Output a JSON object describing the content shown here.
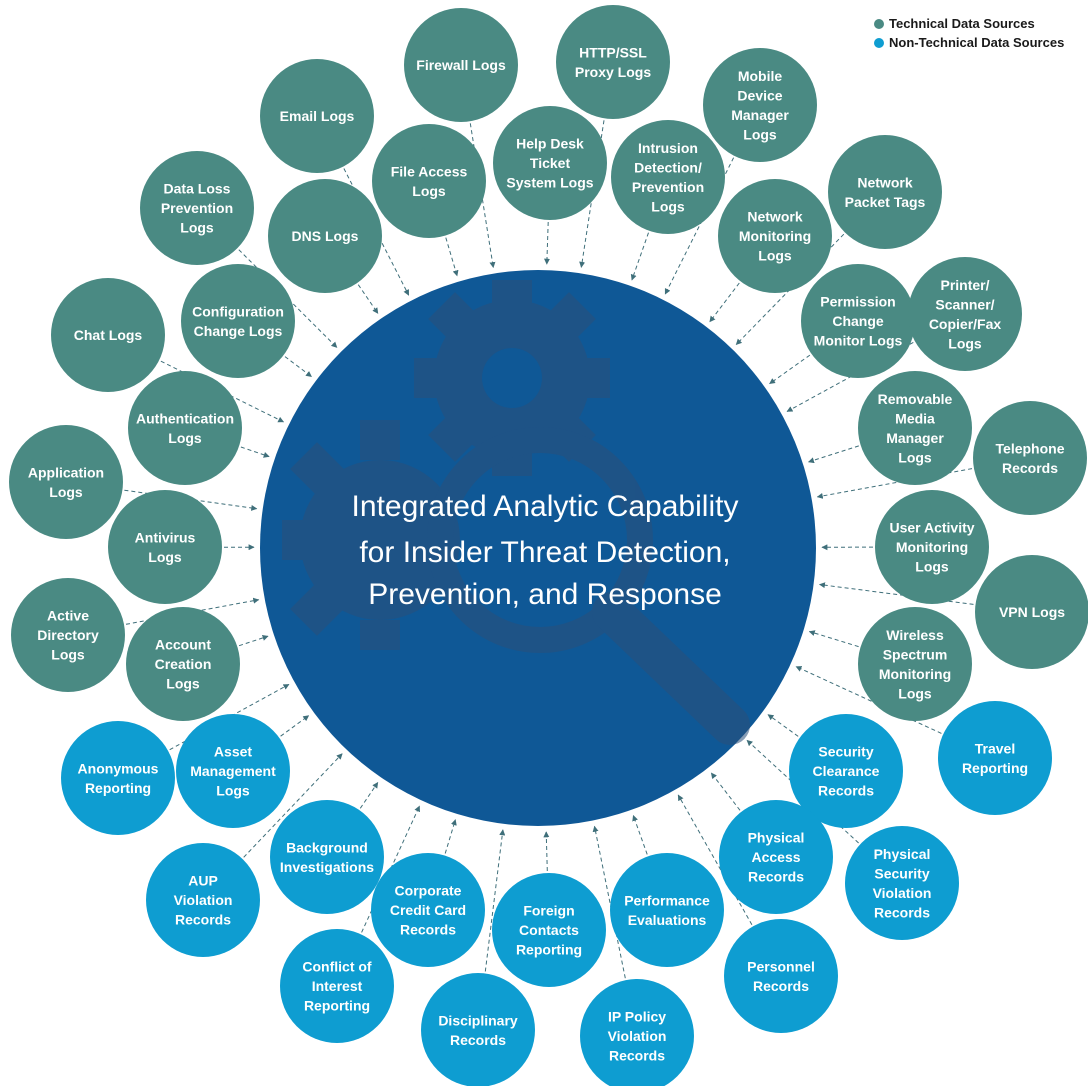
{
  "legend": {
    "technical": {
      "label": "Technical Data Sources",
      "color": "#4a8a83"
    },
    "non_technical": {
      "label": "Non-Technical Data Sources",
      "color": "#0e9dd1"
    }
  },
  "center": {
    "lines": [
      "Integrated Analytic Capability",
      "for Insider Threat Detection,",
      "Prevention, and Response"
    ],
    "color": "#0f5896"
  },
  "sources": [
    {
      "lines": [
        "Firewall Logs"
      ],
      "category": "technical"
    },
    {
      "lines": [
        "HTTP/SSL",
        "Proxy Logs"
      ],
      "category": "technical"
    },
    {
      "lines": [
        "Mobile",
        "Device",
        "Manager",
        "Logs"
      ],
      "category": "technical"
    },
    {
      "lines": [
        "Email Logs"
      ],
      "category": "technical"
    },
    {
      "lines": [
        "Help Desk",
        "Ticket",
        "System Logs"
      ],
      "category": "technical"
    },
    {
      "lines": [
        "File Access",
        "Logs"
      ],
      "category": "technical"
    },
    {
      "lines": [
        "Intrusion",
        "Detection/",
        "Prevention",
        "Logs"
      ],
      "category": "technical"
    },
    {
      "lines": [
        "Network",
        "Packet Tags"
      ],
      "category": "technical"
    },
    {
      "lines": [
        "Data Loss",
        "Prevention",
        "Logs"
      ],
      "category": "technical"
    },
    {
      "lines": [
        "DNS Logs"
      ],
      "category": "technical"
    },
    {
      "lines": [
        "Network",
        "Monitoring",
        "Logs"
      ],
      "category": "technical"
    },
    {
      "lines": [
        "Chat Logs"
      ],
      "category": "technical"
    },
    {
      "lines": [
        "Configuration",
        "Change Logs"
      ],
      "category": "technical"
    },
    {
      "lines": [
        "Permission",
        "Change",
        "Monitor Logs"
      ],
      "category": "technical"
    },
    {
      "lines": [
        "Printer/",
        "Scanner/",
        "Copier/Fax",
        "Logs"
      ],
      "category": "technical"
    },
    {
      "lines": [
        "Authentication",
        "Logs"
      ],
      "category": "technical"
    },
    {
      "lines": [
        "Removable",
        "Media",
        "Manager",
        "Logs"
      ],
      "category": "technical"
    },
    {
      "lines": [
        "Application",
        "Logs"
      ],
      "category": "technical"
    },
    {
      "lines": [
        "Telephone",
        "Records"
      ],
      "category": "technical"
    },
    {
      "lines": [
        "Antivirus",
        "Logs"
      ],
      "category": "technical"
    },
    {
      "lines": [
        "User Activity",
        "Monitoring",
        "Logs"
      ],
      "category": "technical"
    },
    {
      "lines": [
        "Active",
        "Directory",
        "Logs"
      ],
      "category": "technical"
    },
    {
      "lines": [
        "VPN Logs"
      ],
      "category": "technical"
    },
    {
      "lines": [
        "Account",
        "Creation",
        "Logs"
      ],
      "category": "technical"
    },
    {
      "lines": [
        "Wireless",
        "Spectrum",
        "Monitoring",
        "Logs"
      ],
      "category": "technical"
    },
    {
      "lines": [
        "Anonymous",
        "Reporting"
      ],
      "category": "non_technical"
    },
    {
      "lines": [
        "Asset",
        "Management",
        "Logs"
      ],
      "category": "non_technical"
    },
    {
      "lines": [
        "Travel",
        "Reporting"
      ],
      "category": "non_technical"
    },
    {
      "lines": [
        "Security",
        "Clearance",
        "Records"
      ],
      "category": "non_technical"
    },
    {
      "lines": [
        "Background",
        "Investigations"
      ],
      "category": "non_technical"
    },
    {
      "lines": [
        "Physical",
        "Access",
        "Records"
      ],
      "category": "non_technical"
    },
    {
      "lines": [
        "AUP",
        "Violation",
        "Records"
      ],
      "category": "non_technical"
    },
    {
      "lines": [
        "Physical",
        "Security",
        "Violation",
        "Records"
      ],
      "category": "non_technical"
    },
    {
      "lines": [
        "Corporate",
        "Credit Card",
        "Records"
      ],
      "category": "non_technical"
    },
    {
      "lines": [
        "Foreign",
        "Contacts",
        "Reporting"
      ],
      "category": "non_technical"
    },
    {
      "lines": [
        "Performance",
        "Evaluations"
      ],
      "category": "non_technical"
    },
    {
      "lines": [
        "Conflict of",
        "Interest",
        "Reporting"
      ],
      "category": "non_technical"
    },
    {
      "lines": [
        "Personnel",
        "Records"
      ],
      "category": "non_technical"
    },
    {
      "lines": [
        "Disciplinary",
        "Records"
      ],
      "category": "non_technical"
    },
    {
      "lines": [
        "IP Policy",
        "Violation",
        "Records"
      ],
      "category": "non_technical"
    }
  ]
}
